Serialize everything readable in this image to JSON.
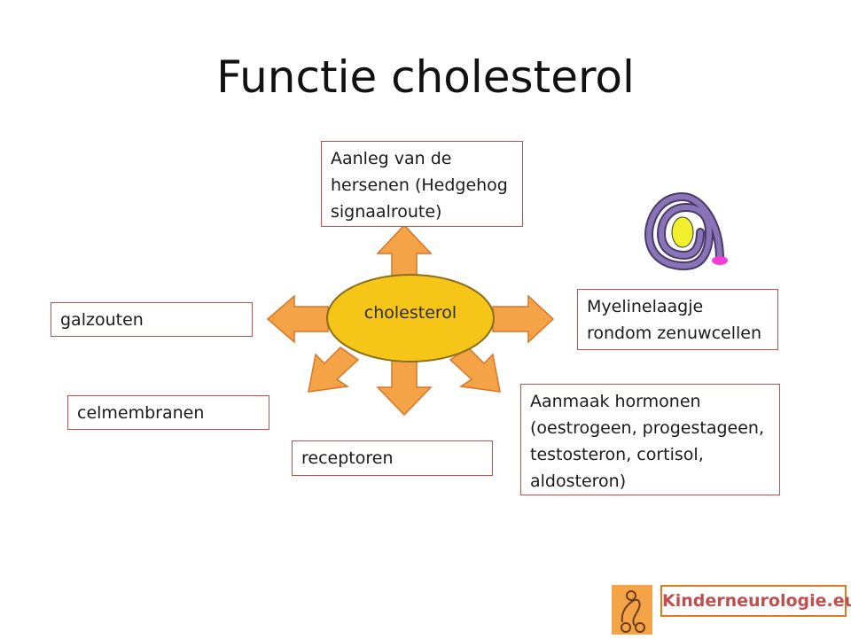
{
  "slide": {
    "title": "Functie cholesterol",
    "center": "cholesterol",
    "boxes": {
      "top": "Aanleg van de hersenen (Hedgehog signaalroute)",
      "right": "Myelinelaagje rondom zenuwcellen",
      "bottom_right": "Aanmaak hormonen (oestrogeen, progestageen, testosteron, cortisol, aldosteron)",
      "bottom": "receptoren",
      "left": "galzouten",
      "left_lower": "celmembranen"
    },
    "logo": "Kinderneurologie.eu"
  },
  "colors": {
    "ellipse_fill": "#f5c518",
    "ellipse_stroke": "#8a6d1a",
    "arrow_fill": "#f4a347",
    "arrow_stroke": "#d9752b",
    "box_border": "#c0504d",
    "spiral": "#8a74b8",
    "nucleus": "#f2ef2c",
    "tail": "#f33cd8"
  }
}
